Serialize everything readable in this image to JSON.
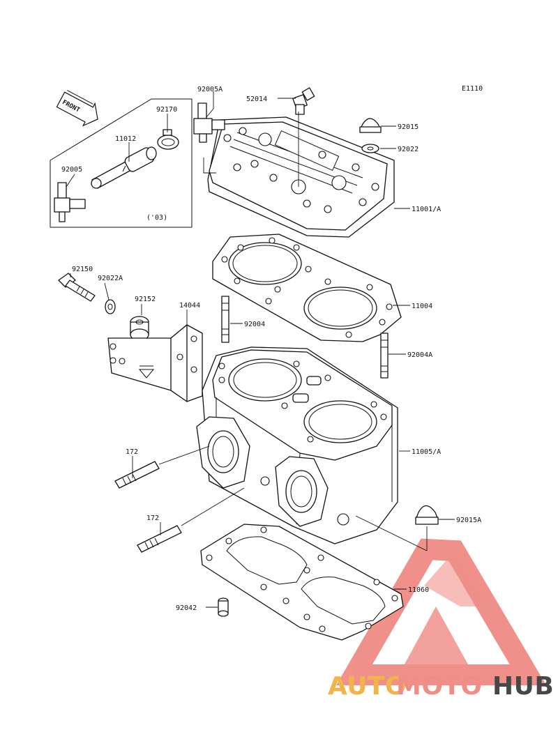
{
  "diagram": {
    "code": "E1110",
    "front_label": "FRONT",
    "year_note": "('03)",
    "parts": [
      {
        "id": "p92005A",
        "label": "92005A"
      },
      {
        "id": "p52014",
        "label": "52014"
      },
      {
        "id": "p92170",
        "label": "92170"
      },
      {
        "id": "p11012",
        "label": "11012"
      },
      {
        "id": "p92005",
        "label": "92005"
      },
      {
        "id": "p92015",
        "label": "92015"
      },
      {
        "id": "p92022",
        "label": "92022"
      },
      {
        "id": "p11001A",
        "label": "11001/A"
      },
      {
        "id": "p92150",
        "label": "92150"
      },
      {
        "id": "p92022A",
        "label": "92022A"
      },
      {
        "id": "p92152",
        "label": "92152"
      },
      {
        "id": "p14044",
        "label": "14044"
      },
      {
        "id": "p11004",
        "label": "11004"
      },
      {
        "id": "p92004",
        "label": "92004"
      },
      {
        "id": "p92004A",
        "label": "92004A"
      },
      {
        "id": "p11005A",
        "label": "11005/A"
      },
      {
        "id": "p172a",
        "label": "172"
      },
      {
        "id": "p172b",
        "label": "172"
      },
      {
        "id": "p92015A",
        "label": "92015A"
      },
      {
        "id": "p11060",
        "label": "11060"
      },
      {
        "id": "p92042",
        "label": "92042"
      }
    ]
  },
  "watermark": {
    "part1": "AUTO",
    "part2": "MOTO",
    "part3": "HUB",
    "colors": {
      "auto": "#f0b44a",
      "moto": "#ef8e86",
      "hub": "#474747",
      "triangle": "#ef8b84"
    }
  }
}
